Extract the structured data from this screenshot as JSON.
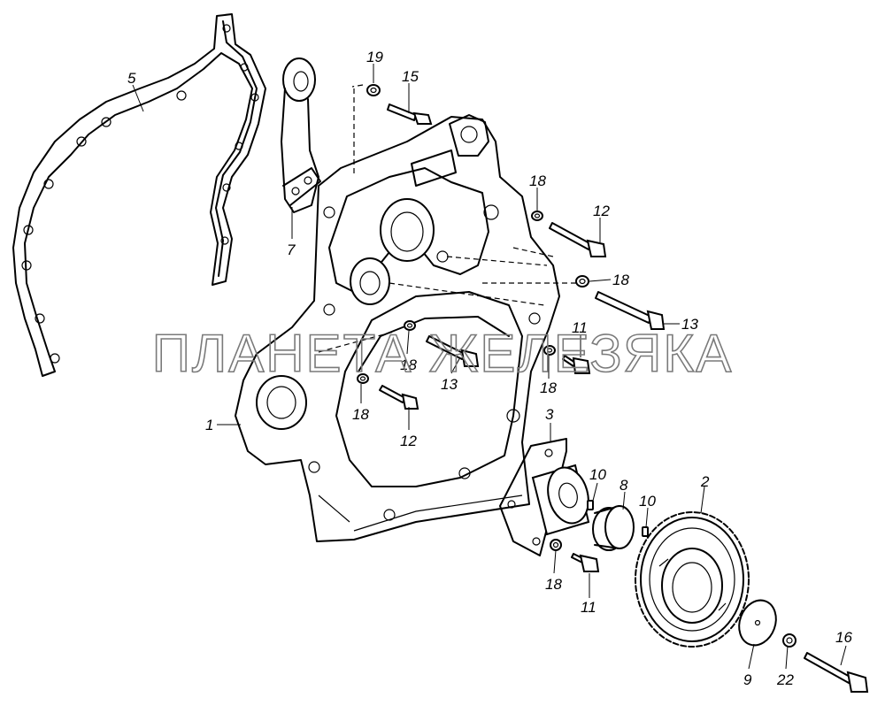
{
  "watermark": "ПЛАНЕТА ЖЕЛЕЗЯКА",
  "callouts": {
    "c1": "1",
    "c2": "2",
    "c3": "3",
    "c5": "5",
    "c7": "7",
    "c8": "8",
    "c9": "9",
    "c10a": "10",
    "c10b": "10",
    "c11a": "11",
    "c11b": "11",
    "c12a": "12",
    "c12b": "12",
    "c13a": "13",
    "c13b": "13",
    "c15": "15",
    "c16": "16",
    "c18a": "18",
    "c18b": "18",
    "c18c": "18",
    "c18d": "18",
    "c18e": "18",
    "c18f": "18",
    "c19": "19",
    "c22": "22"
  }
}
